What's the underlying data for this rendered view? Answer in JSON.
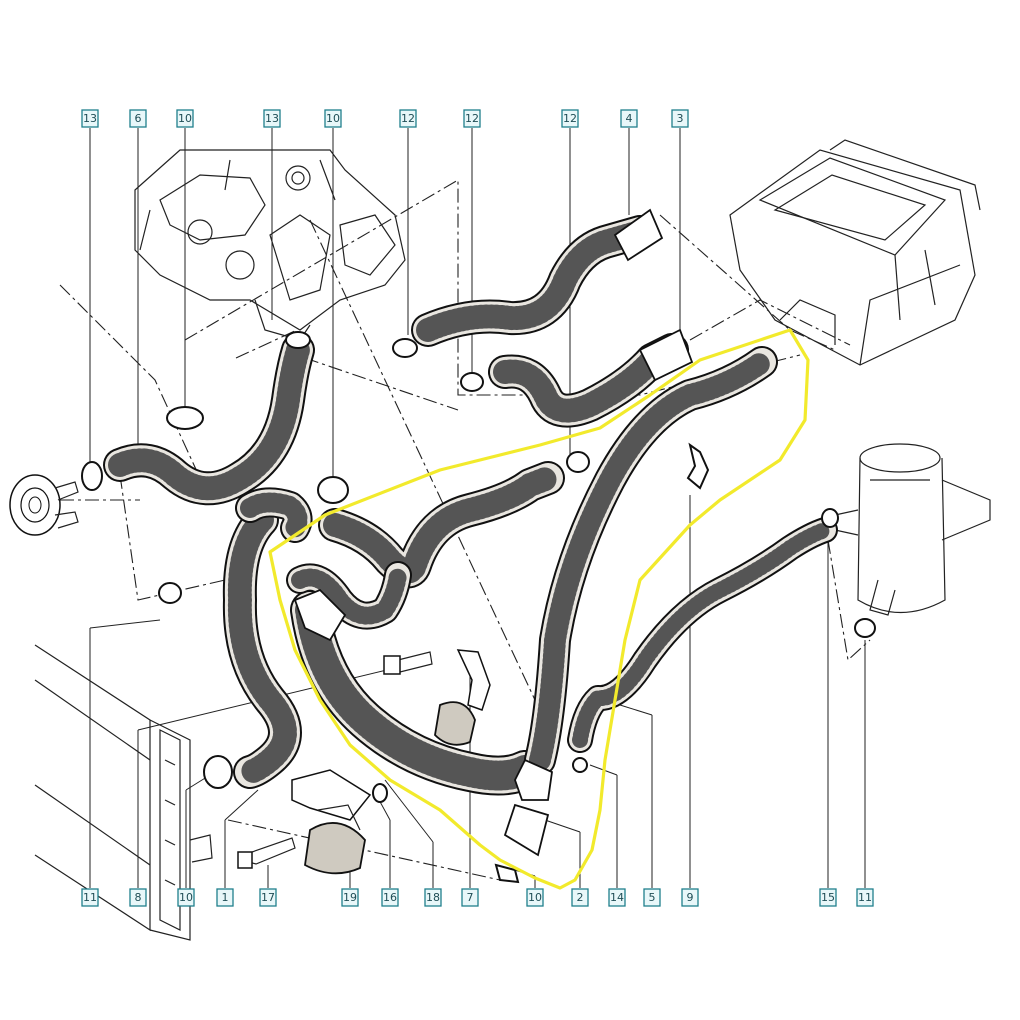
{
  "diagram": {
    "callouts_top": [
      "13",
      "6",
      "10",
      "13",
      "10",
      "12",
      "12",
      "12",
      "4",
      "3"
    ],
    "callouts_bottom": [
      "11",
      "8",
      "10",
      "1",
      "17",
      "19",
      "16",
      "18",
      "7",
      "10",
      "2",
      "14",
      "5",
      "9",
      "15",
      "11"
    ]
  },
  "colors": {
    "callout_fill": "#e8f7f9",
    "callout_border": "#1f7f8c",
    "highlight": "#f2ea2c",
    "hose_texture": "#e9e6e0"
  }
}
